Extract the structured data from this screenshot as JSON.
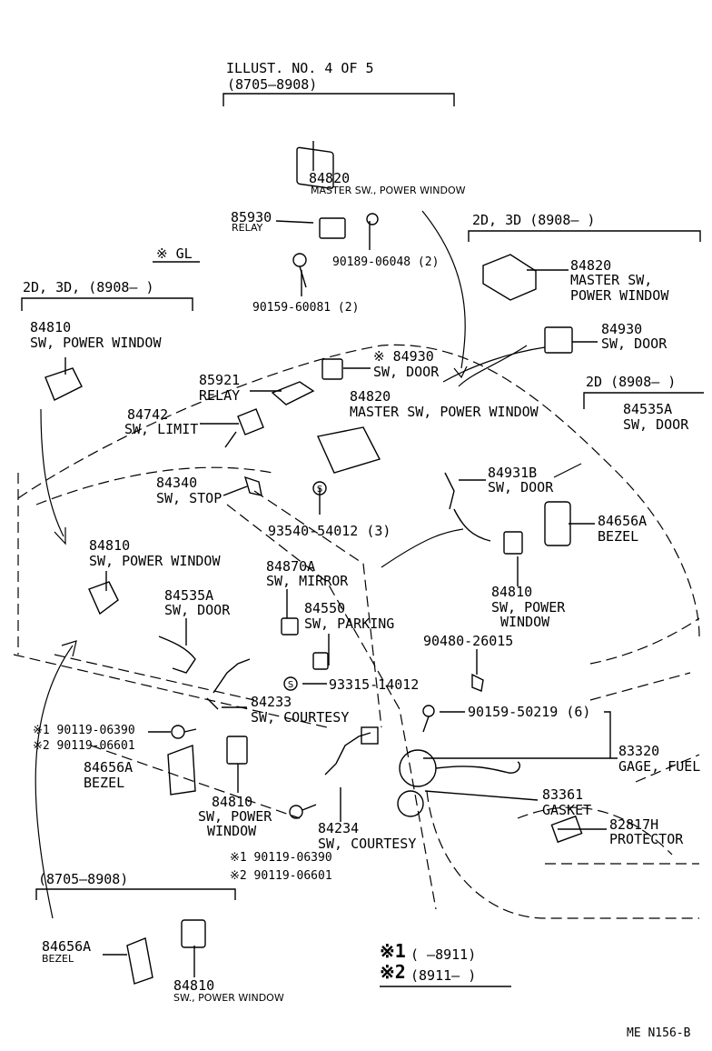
{
  "header": {
    "illust": "ILLUST. NO. 4 OF 5",
    "range": "(8705–8908)"
  },
  "labels": {
    "p84820_top": {
      "num": "84820",
      "name": "MASTER SW., POWER WINDOW"
    },
    "p85930": {
      "num": "85930",
      "name": "RELAY"
    },
    "p90189": "90189-06048 (2)",
    "p90159_60081": "90159-60081 (2)",
    "gl": "※ GL",
    "left_group": "2D, 3D, (8908–        )",
    "right_group": "2D, 3D (8908–       )",
    "p84810_a": {
      "num": "84810",
      "name": "SW, POWER WINDOW"
    },
    "p84820_r": {
      "num": "84820",
      "name1": "MASTER SW,",
      "name2": "POWER WINDOW"
    },
    "p84930_r": {
      "num": "84930",
      "name": "SW, DOOR"
    },
    "p84930_c": {
      "num": "※ 84930",
      "name": "SW, DOOR"
    },
    "p85921": {
      "num": "85921",
      "name": "RELAY"
    },
    "p84742": {
      "num": "84742",
      "name": "SW, LIMIT"
    },
    "p84820_c": {
      "num": "84820",
      "name": "MASTER SW, POWER WINDOW"
    },
    "group_2d": "2D (8908–       )",
    "p84535A_r": {
      "num": "84535A",
      "name": "SW, DOOR"
    },
    "p84340": {
      "num": "84340",
      "name": "SW, STOP"
    },
    "p84931B": {
      "num": "84931B",
      "name": "SW, DOOR"
    },
    "p93540": "93540-54012 (3)",
    "p84656A_r": {
      "num": "84656A",
      "name": "BEZEL"
    },
    "p84810_b": {
      "num": "84810",
      "name": "SW, POWER WINDOW"
    },
    "p84870A": {
      "num": "84870A",
      "name": "SW, MIRROR"
    },
    "p84535A_l": {
      "num": "84535A",
      "name": "SW, DOOR"
    },
    "p84550": {
      "num": "84550",
      "name": "SW, PARKING"
    },
    "p84810_c": {
      "num": "84810",
      "name1": "SW, POWER",
      "name2": "WINDOW"
    },
    "p90480": "90480-26015",
    "p93315": "93315-14012",
    "p84233": {
      "num": "84233",
      "name": "SW, COURTESY"
    },
    "p90159_50219": "90159-50219 (6)",
    "screws_a": {
      "l1": "※1 90119-06390",
      "l2": "※2 90119-06601"
    },
    "p84656A_l": {
      "num": "84656A",
      "name": "BEZEL"
    },
    "p83320": {
      "num": "83320",
      "name": "GAGE, FUEL"
    },
    "p83361": {
      "num": "83361",
      "name": "GASKET"
    },
    "p84810_d": {
      "num": "84810",
      "name1": "SW, POWER",
      "name2": "WINDOW"
    },
    "p84234": {
      "num": "84234",
      "name": "SW, COURTESY"
    },
    "p82817H": {
      "num": "82817H",
      "name": "PROTECTOR"
    },
    "screws_b": {
      "l1": "※1 90119-06390",
      "l2": "※2 90119-06601"
    },
    "bottom_group": "(8705–8908)",
    "p84656A_b": {
      "num": "84656A",
      "name": "BEZEL"
    },
    "p84810_e": {
      "num": "84810",
      "name": "SW., POWER WINDOW"
    },
    "legend": {
      "l1_mark": "※1",
      "l1_text": "(      –8911)",
      "l2_mark": "※2",
      "l2_text": "(8911–        )"
    },
    "code": "ME N156-B"
  }
}
